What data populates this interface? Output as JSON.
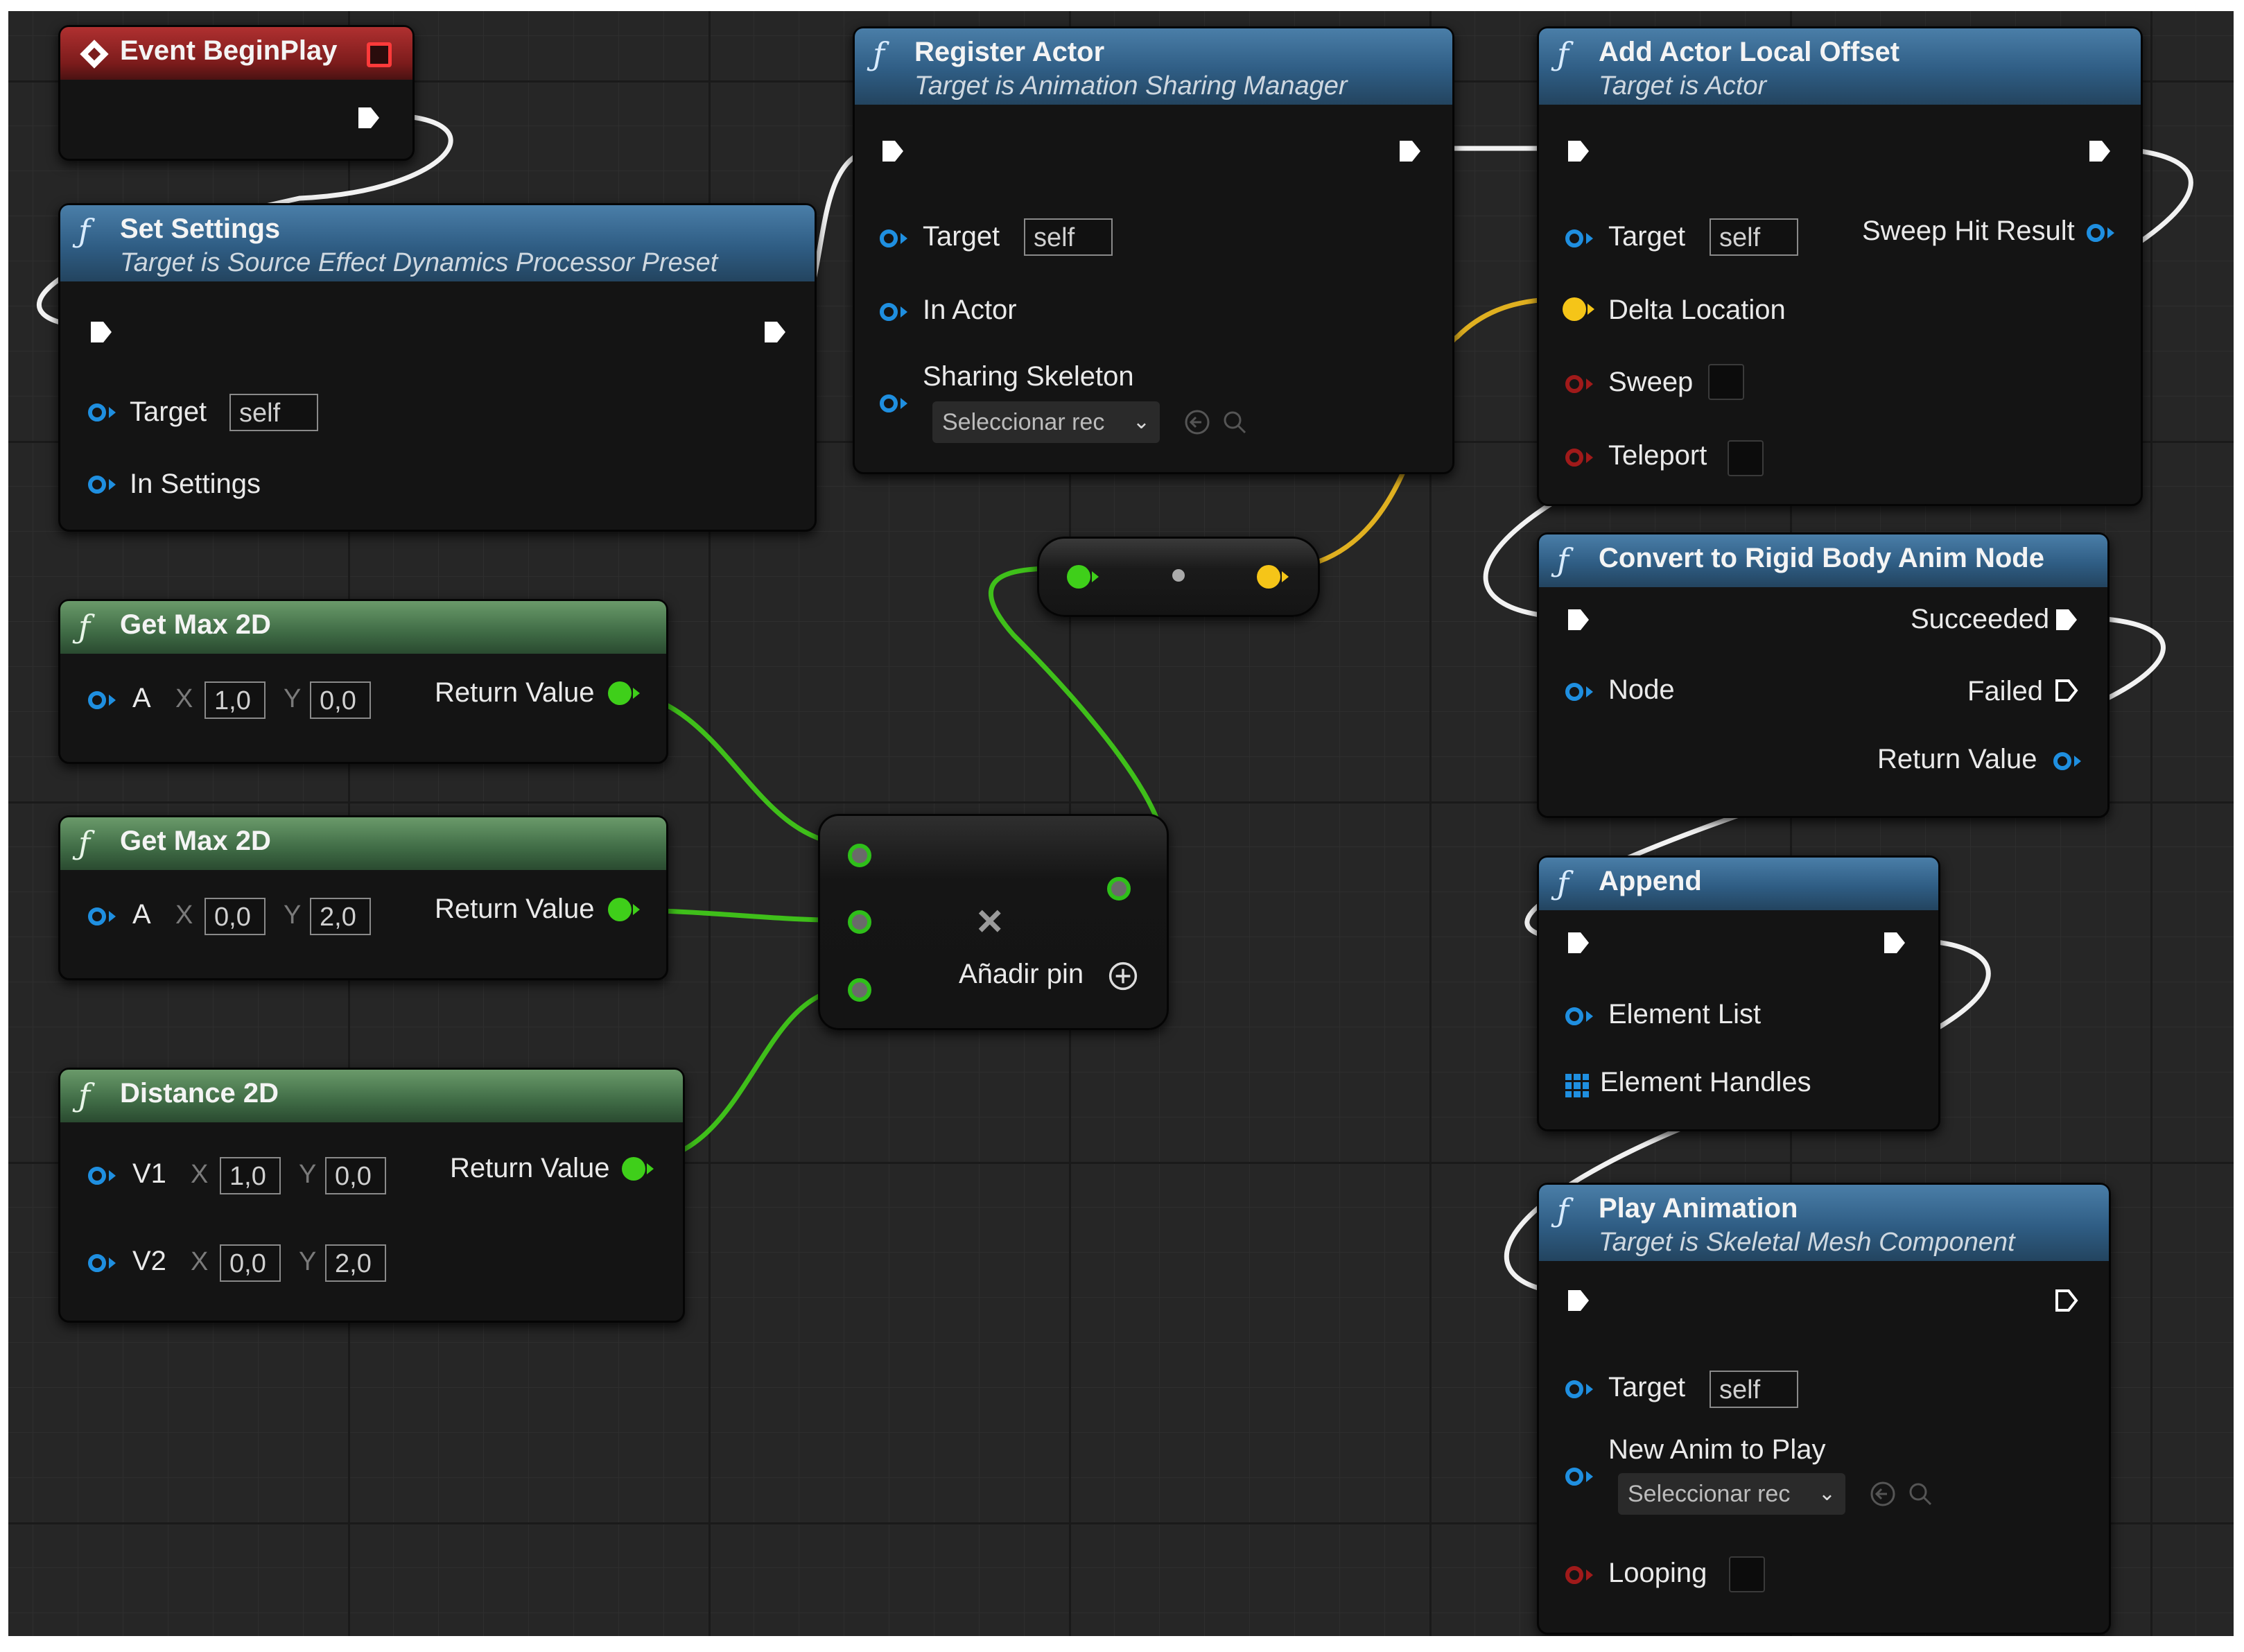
{
  "colors": {
    "exec_wire": "#f2f2f2",
    "float_wire": "#3fbf1a",
    "vector_wire": "#e0b020",
    "object_pin": "#1f8fe0",
    "bool_pin": "#a01a1a",
    "function_header": "#2f5d84",
    "pure_function_header": "#3f6b45",
    "event_header": "#7a1b1b"
  },
  "nodes": {
    "event_beginplay": {
      "title": "Event BeginPlay"
    },
    "set_settings": {
      "title": "Set Settings",
      "subtitle": "Target is Source Effect Dynamics Processor Preset",
      "target_label": "Target",
      "target_value": "self",
      "in_settings_label": "In Settings"
    },
    "register_actor": {
      "title": "Register Actor",
      "subtitle": "Target is Animation Sharing Manager",
      "target_label": "Target",
      "target_value": "self",
      "in_actor_label": "In Actor",
      "sharing_skeleton_label": "Sharing Skeleton",
      "sharing_skeleton_select": "Seleccionar rec"
    },
    "add_actor_local_offset": {
      "title": "Add Actor Local Offset",
      "subtitle": "Target is Actor",
      "target_label": "Target",
      "target_value": "self",
      "sweep_hit_result_label": "Sweep Hit Result",
      "delta_location_label": "Delta Location",
      "sweep_label": "Sweep",
      "teleport_label": "Teleport"
    },
    "get_max_2d_1": {
      "title": "Get Max 2D",
      "a_label": "A",
      "x_label": "X",
      "x_value": "1,0",
      "y_label": "Y",
      "y_value": "0,0",
      "return_label": "Return Value"
    },
    "get_max_2d_2": {
      "title": "Get Max 2D",
      "a_label": "A",
      "x_label": "X",
      "x_value": "0,0",
      "y_label": "Y",
      "y_value": "2,0",
      "return_label": "Return Value"
    },
    "distance_2d": {
      "title": "Distance 2D",
      "v1_label": "V1",
      "v1_x": "1,0",
      "v1_y": "0,0",
      "v2_label": "V2",
      "v2_x": "0,0",
      "v2_y": "2,0",
      "x_label": "X",
      "y_label": "Y",
      "return_label": "Return Value"
    },
    "multiply": {
      "symbol": "×",
      "add_pin_label": "Añadir pin"
    },
    "convert_rigid": {
      "title": "Convert to Rigid Body Anim Node",
      "succeeded_label": "Succeeded",
      "node_label": "Node",
      "failed_label": "Failed",
      "return_label": "Return Value"
    },
    "append": {
      "title": "Append",
      "element_list_label": "Element List",
      "element_handles_label": "Element Handles"
    },
    "play_animation": {
      "title": "Play Animation",
      "subtitle": "Target is Skeletal Mesh Component",
      "target_label": "Target",
      "target_value": "self",
      "new_anim_label": "New Anim to Play",
      "new_anim_select": "Seleccionar rec",
      "looping_label": "Looping"
    }
  }
}
